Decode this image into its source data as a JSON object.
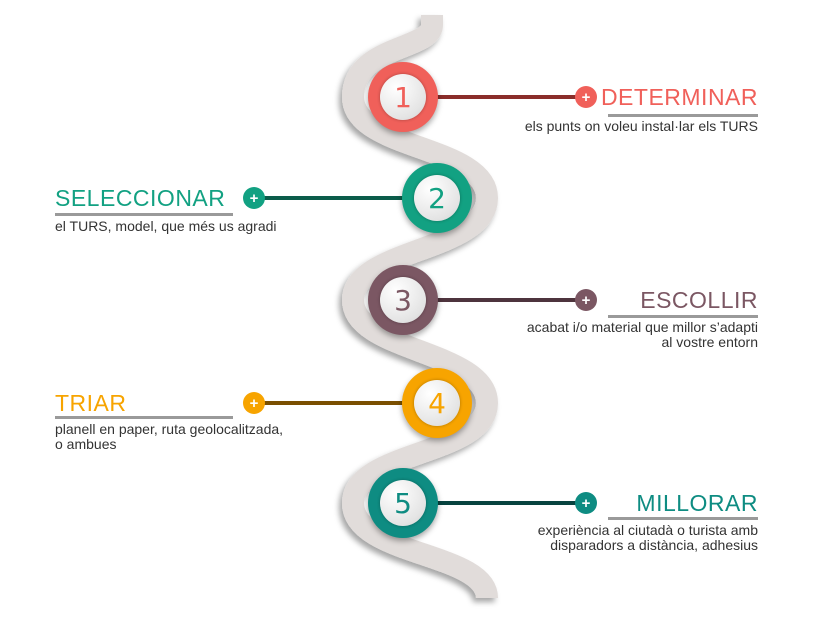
{
  "steps": [
    {
      "number": "1",
      "title": "DETERMINAR",
      "desc": [
        "els punts on voleu instal·lar els TURS"
      ],
      "color": "#f0605a"
    },
    {
      "number": "2",
      "title": "SELECCIONAR",
      "desc": [
        "el TURS, model, que més us agradi"
      ],
      "color": "#12a182"
    },
    {
      "number": "3",
      "title": "ESCOLLIR",
      "desc": [
        "acabat i/o material que millor s’adapti",
        "al vostre entorn"
      ],
      "color": "#7b5763"
    },
    {
      "number": "4",
      "title": "TRIAR",
      "desc": [
        "planell en paper, ruta geolocalitzada,",
        "o ambues"
      ],
      "color": "#f7a400"
    },
    {
      "number": "5",
      "title": "MILLORAR",
      "desc": [
        "experiència al ciutadà o turista amb",
        "disparadors a distància, adhesius"
      ],
      "color": "#0e8c82"
    }
  ],
  "plus_symbol": "+"
}
